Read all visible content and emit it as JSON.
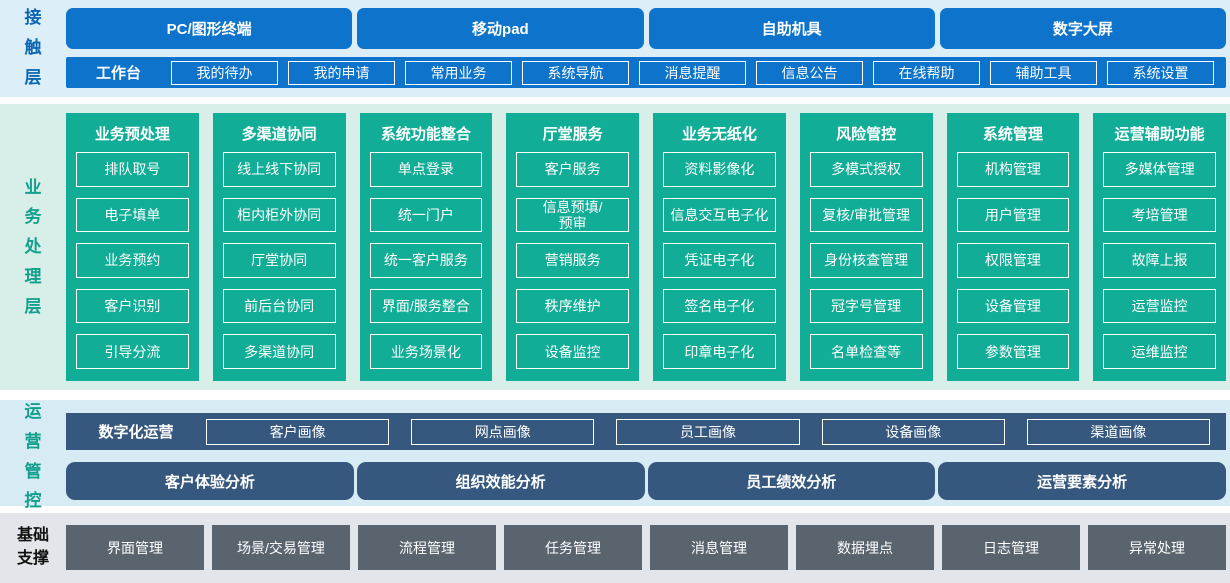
{
  "colors": {
    "accent_blue": "#0d73cb",
    "label_blue": "#0a66b2",
    "teal": "#12ad96",
    "teal_label": "#12a08d",
    "slate": "#36587e",
    "gray_box": "#5a646e",
    "bg_contact": "#dceef8",
    "bg_business": "#d8eee8",
    "bg_ops": "#d7ebf4",
    "bg_base": "#e2e5e9"
  },
  "contact_layer": {
    "label": "接触层",
    "terminals": [
      "PC/图形终端",
      "移动pad",
      "自助机具",
      "数字大屏"
    ],
    "workbench": {
      "label": "工作台",
      "items": [
        "我的待办",
        "我的申请",
        "常用业务",
        "系统导航",
        "消息提醒",
        "信息公告",
        "在线帮助",
        "辅助工具",
        "系统设置"
      ]
    }
  },
  "business_layer": {
    "label": "业务处理层",
    "columns": [
      {
        "title": "业务预处理",
        "items": [
          "排队取号",
          "电子填单",
          "业务预约",
          "客户识别",
          "引导分流"
        ]
      },
      {
        "title": "多渠道协同",
        "items": [
          "线上线下协同",
          "柜内柜外协同",
          "厅堂协同",
          "前后台协同",
          "多渠道协同"
        ]
      },
      {
        "title": "系统功能整合",
        "items": [
          "单点登录",
          "统一门户",
          "统一客户服务",
          "界面/服务整合",
          "业务场景化"
        ]
      },
      {
        "title": "厅堂服务",
        "items": [
          "客户服务",
          "信息预填/\n预审",
          "营销服务",
          "秩序维护",
          "设备监控"
        ]
      },
      {
        "title": "业务无纸化",
        "items": [
          "资料影像化",
          "信息交互电子化",
          "凭证电子化",
          "签名电子化",
          "印章电子化"
        ]
      },
      {
        "title": "风险管控",
        "items": [
          "多模式授权",
          "复核/审批管理",
          "身份核查管理",
          "冠字号管理",
          "名单检查等"
        ]
      },
      {
        "title": "系统管理",
        "items": [
          "机构管理",
          "用户管理",
          "权限管理",
          "设备管理",
          "参数管理"
        ]
      },
      {
        "title": "运营辅助功能",
        "items": [
          "多媒体管理",
          "考培管理",
          "故障上报",
          "运营监控",
          "运维监控"
        ]
      }
    ]
  },
  "operations_layer": {
    "label": "运营管控",
    "digital_ops": {
      "label": "数字化运营",
      "profiles": [
        "客户画像",
        "网点画像",
        "员工画像",
        "设备画像",
        "渠道画像"
      ]
    },
    "analyses": [
      "客户体验分析",
      "组织效能分析",
      "员工绩效分析",
      "运营要素分析"
    ]
  },
  "base_layer": {
    "label": "基础支撑",
    "items": [
      "界面管理",
      "场景/交易管理",
      "流程管理",
      "任务管理",
      "消息管理",
      "数据埋点",
      "日志管理",
      "异常处理"
    ]
  }
}
